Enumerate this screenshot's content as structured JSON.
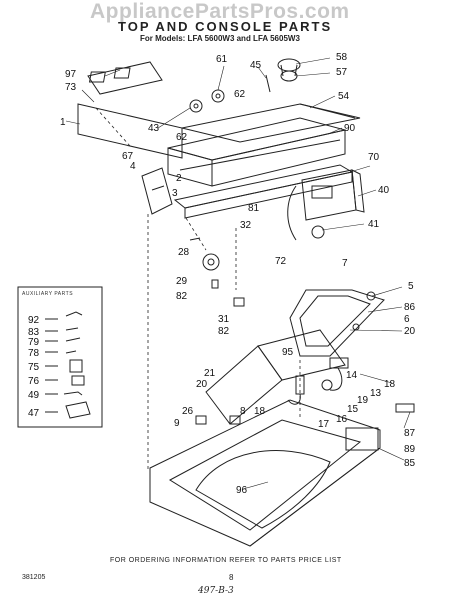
{
  "watermark": "AppliancePartsPros.com",
  "title": "TOP AND CONSOLE PARTS",
  "subtitle": "For Models: LFA 5600W3 and LFA 5605W3",
  "aux_title": "AUXILIARY PARTS",
  "footer": "FOR ORDERING INFORMATION REFER TO PARTS PRICE LIST",
  "doc_code": "381205",
  "page_num": "8",
  "handwritten_note": "497-B-3",
  "callouts": {
    "c97": "97",
    "c73": "73",
    "c1": "1",
    "c61": "61",
    "c45": "45",
    "c58": "58",
    "c57": "57",
    "c43": "43",
    "c62a": "62",
    "c62b": "62",
    "c54": "54",
    "c90": "90",
    "c67": "67",
    "c4": "4",
    "c2": "2",
    "c3": "3",
    "c70": "70",
    "c40": "40",
    "c81": "81",
    "c41": "41",
    "c32": "32",
    "c72": "72",
    "c28": "28",
    "c29": "29",
    "c82a": "82",
    "c31": "31",
    "c82b": "82",
    "c7": "7",
    "c5": "5",
    "c86": "86",
    "c6": "6",
    "c20a": "20",
    "c95": "95",
    "c21": "21",
    "c20b": "20",
    "c18a": "18",
    "c14": "14",
    "c13": "13",
    "c19": "19",
    "c15": "15",
    "c18b": "18",
    "c16": "16",
    "c17": "17",
    "c26": "26",
    "c8": "8",
    "c9": "9",
    "c87": "87",
    "c89": "89",
    "c85": "85",
    "c96": "96",
    "a92": "92",
    "a83": "83",
    "a79": "79",
    "a78": "78",
    "a75": "75",
    "a76": "76",
    "a49": "49",
    "a47": "47"
  }
}
